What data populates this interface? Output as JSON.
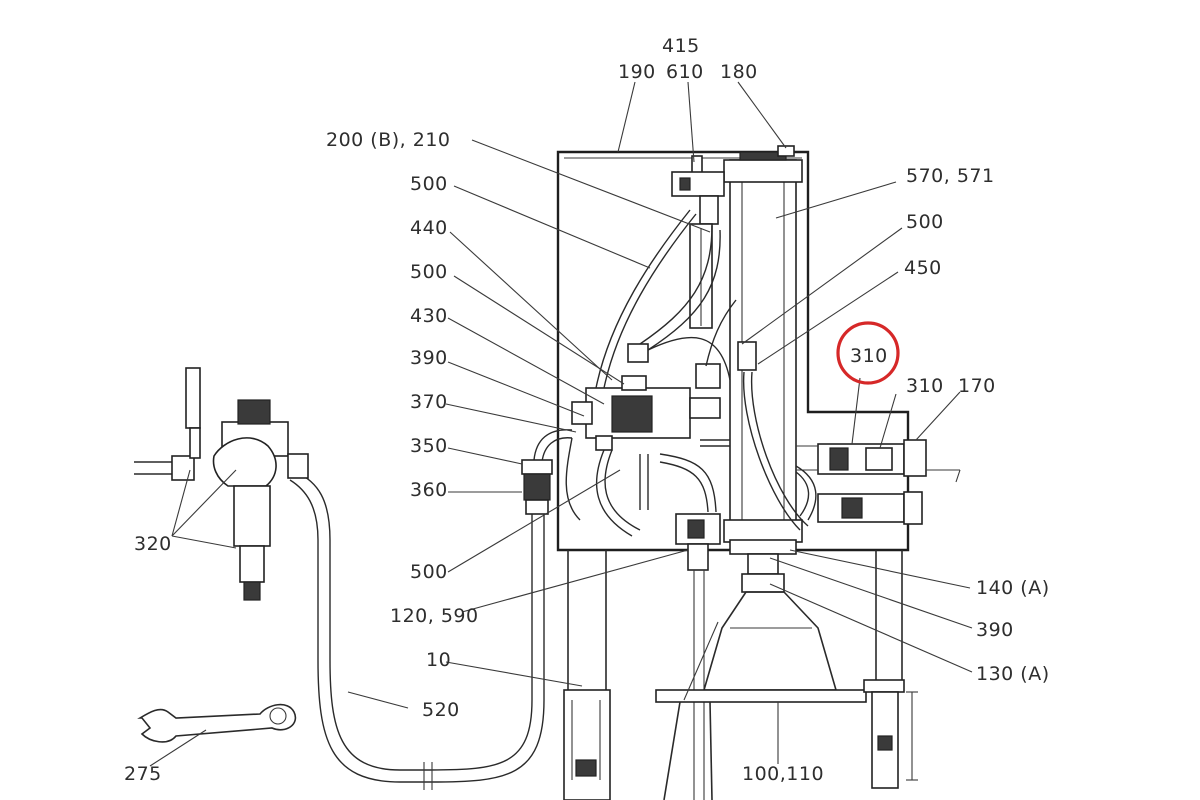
{
  "labels": {
    "l415": "415",
    "l190": "190",
    "l610": "610",
    "l180": "180",
    "l200": "200 (B), 210",
    "l570": "570, 571",
    "l500a": "500",
    "l500b": "500",
    "l440": "440",
    "l500c": "500",
    "l450": "450",
    "l430": "430",
    "l310circled": "310",
    "l390a": "390",
    "l310": "310",
    "l170": "170",
    "l370": "370",
    "l350": "350",
    "l360": "360",
    "l320": "320",
    "l500d": "500",
    "l140": "140 (A)",
    "l120": "120, 590",
    "l390b": "390",
    "l10": "10",
    "l130": "130 (A)",
    "l520": "520",
    "l275": "275",
    "l100": "100,110"
  },
  "highlight": {
    "color": "#d62828",
    "label_ref": "l310circled"
  },
  "colors": {
    "line": "#2a2a2a",
    "text": "#2e2e2e",
    "background": "#ffffff"
  }
}
